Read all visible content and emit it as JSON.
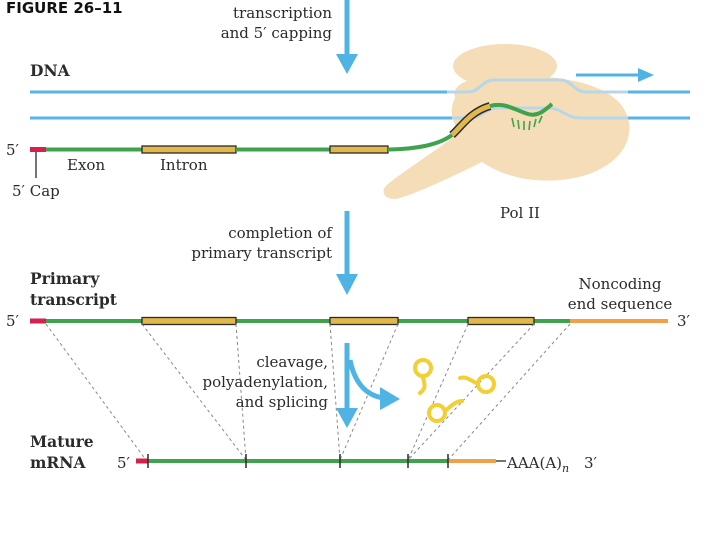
{
  "figure_label": "FIGURE 26–11",
  "steps": {
    "step1_line1": "transcription",
    "step1_line2": "and 5′ capping",
    "step2_line1": "completion of",
    "step2_line2": "primary transcript",
    "step3_line1": "cleavage,",
    "step3_line2": "polyadenylation,",
    "step3_line3": "and splicing"
  },
  "labels": {
    "dna": "DNA",
    "five_prime": "5′",
    "three_prime": "3′",
    "exon": "Exon",
    "intron": "Intron",
    "cap": "5′ Cap",
    "pol2": "Pol II",
    "primary_line1": "Primary",
    "primary_line2": "transcript",
    "noncoding_line1": "Noncoding",
    "noncoding_line2": "end sequence",
    "mature_line1": "Mature",
    "mature_line2": "mRNA",
    "poly_a": "AAA(A)",
    "poly_a_sub": "n"
  },
  "colors": {
    "arrow": "#4fb3e3",
    "dna": "#5ab4e5",
    "dna_faint": "#b7d7e8",
    "exon": "#3fa34d",
    "intron_fill": "#e2b84a",
    "intron_outline": "#2b2b2b",
    "cap": "#d6204e",
    "noncoding": "#f0a04b",
    "polymerase": "#f5ddb8",
    "lariat": "#f2cf33",
    "guide": "#888888"
  }
}
